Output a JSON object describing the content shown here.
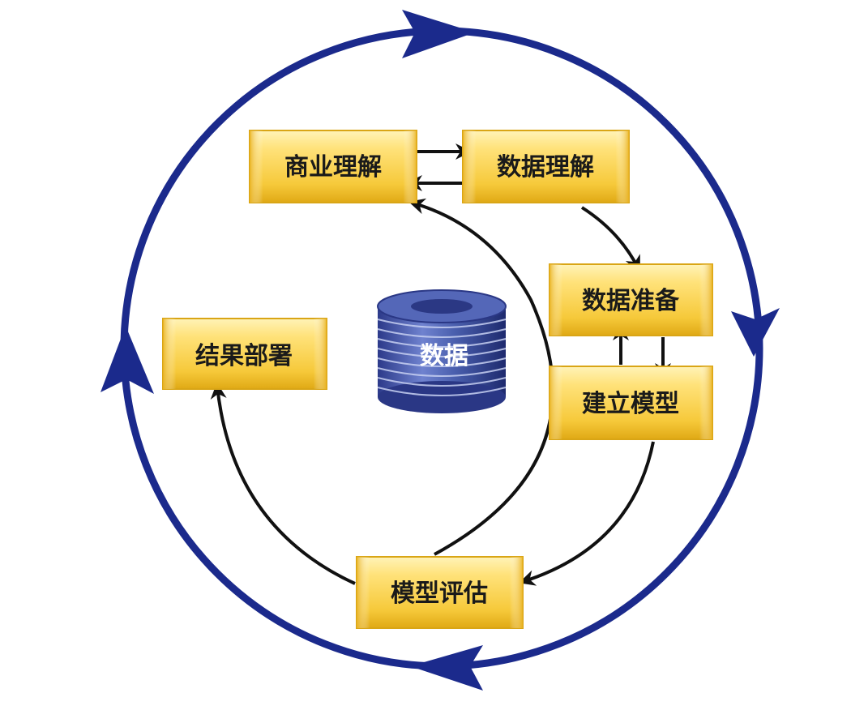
{
  "diagram": {
    "phases": {
      "business_understanding": "商业理解",
      "data_understanding": "数据理解",
      "data_preparation": "数据准备",
      "modeling": "建立模型",
      "evaluation": "模型评估",
      "deployment": "结果部署"
    },
    "center_label": "数据"
  },
  "colors": {
    "outer_cycle": "#1b2a8c",
    "box_fill": "#f7d046",
    "box_highlight": "#fbe89a",
    "box_shadow": "#c79a10",
    "arrow": "#111111",
    "database": "#4a5fae"
  }
}
